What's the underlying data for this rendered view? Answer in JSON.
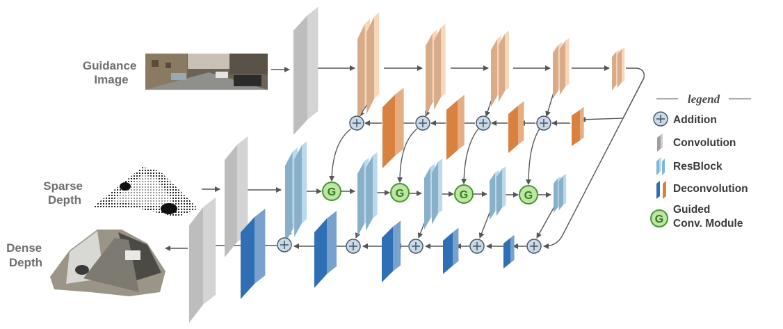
{
  "labels": {
    "guidance_image": [
      "Guidance",
      "Image"
    ],
    "sparse_depth": [
      "Sparse",
      "Depth"
    ],
    "dense_depth": [
      "Dense",
      "Depth"
    ]
  },
  "legend": {
    "title": "legend",
    "items": [
      {
        "icon": "addition-icon",
        "label": [
          "Addition"
        ]
      },
      {
        "icon": "convolution-icon",
        "label": [
          "Convolution"
        ]
      },
      {
        "icon": "resblock-icon",
        "label": [
          "ResBlock"
        ]
      },
      {
        "icon": "deconvolution-icon",
        "label": [
          "Deconvolution"
        ]
      },
      {
        "icon": "guided-conv-icon",
        "label": [
          "Guided",
          "Conv. Module"
        ]
      }
    ]
  },
  "symbols": {
    "guided": "G",
    "addition": "+"
  },
  "colors": {
    "convolution": "#bdbdbd",
    "guidance_resblock": "#f5c49c",
    "guidance_deconv": "#d9813f",
    "depth_resblock": "#9cc8e4",
    "depth_deconv": "#2f6fb4",
    "addition_fill": "#c9d9e8",
    "guided_fill": "#bfe4a6",
    "guided_stroke": "#3d9a2a",
    "arrow": "#555555"
  }
}
